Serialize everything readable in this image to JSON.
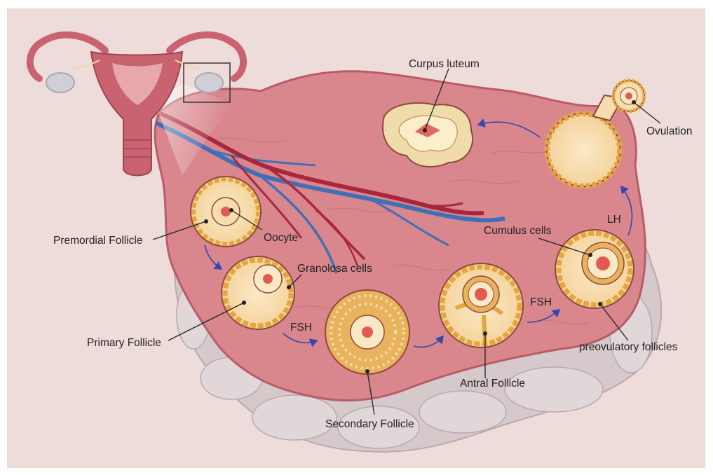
{
  "colors": {
    "background": "#eedcdb",
    "ovary_tissue": "#d9868d",
    "ovary_outline": "#b85c67",
    "cortex_bubbles": "#d6c9cb",
    "follicle_fluid": "#f6dcae",
    "granulosa": "#e5a640",
    "follicle_border": "#8a4a3c",
    "oocyte_nucleus": "#e15b54",
    "artery": "#a8273c",
    "vein": "#3f70b5",
    "arrow": "#3447b0",
    "corpus_luteum": "#f0dcaa",
    "uterus": "#c9636f"
  },
  "labels": {
    "curpus_luteum": "Curpus luteum",
    "ovulation": "Ovulation",
    "lh": "LH",
    "cumulus_cells": "Cumulus cells",
    "premordial_follicle": "Premordial Follicle",
    "oocyte": "Oocyte",
    "granolosa_cells": "Granolosa cells",
    "primary_follicle": "Primary Follicle",
    "fsh_1": "FSH",
    "fsh_2": "FSH",
    "secondary_follicle": "Secondary Follicle",
    "antral_follicle": "Antral Follicle",
    "preovulatory_follicles": "preovulatory follicles"
  },
  "icons": {
    "uterus": "uterus-icon",
    "ovary": "ovary-icon",
    "zoom_box": "magnify-frame"
  }
}
